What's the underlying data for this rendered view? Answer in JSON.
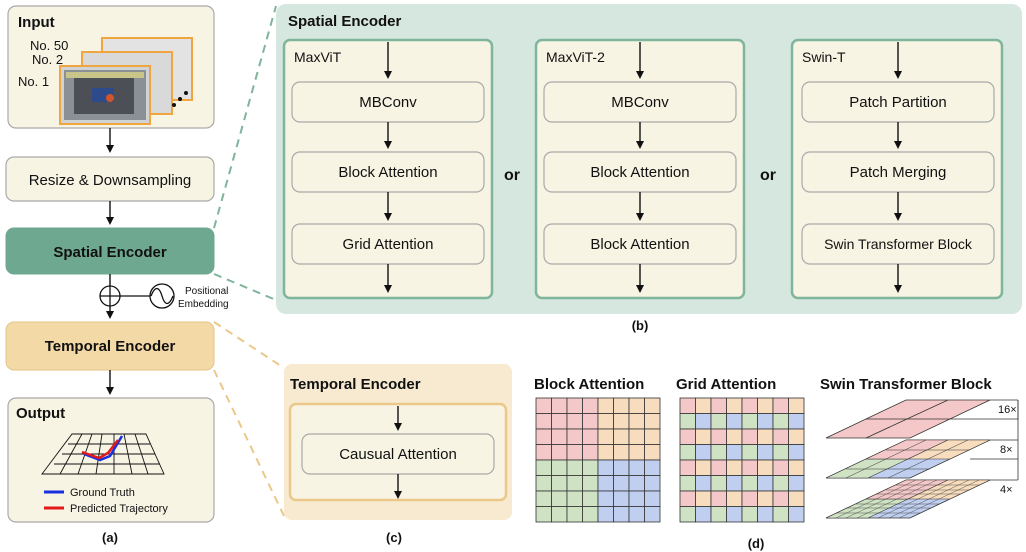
{
  "panel_a": {
    "input_title": "Input",
    "frames": [
      "No. 50",
      "No. 2",
      "No. 1"
    ],
    "resize": "Resize & Downsampling",
    "spatial": "Spatial Encoder",
    "pos_emb_line1": "Positional",
    "pos_emb_line2": "Embedding",
    "temporal": "Temporal Encoder",
    "output_title": "Output",
    "legend_gt": "Ground Truth",
    "legend_pred": "Predicted Trajectory",
    "caption": "(a)"
  },
  "panel_b": {
    "title": "Spatial Encoder",
    "or": "or",
    "caption": "(b)",
    "columns": [
      {
        "name": "MaxViT",
        "blocks": [
          "MBConv",
          "Block Attention",
          "Grid Attention"
        ]
      },
      {
        "name": "MaxViT-2",
        "blocks": [
          "MBConv",
          "Block Attention",
          "Block Attention"
        ]
      },
      {
        "name": "Swin-T",
        "blocks": [
          "Patch Partition",
          "Patch Merging",
          "Swin Transformer Block"
        ]
      }
    ]
  },
  "panel_c": {
    "title": "Temporal Encoder",
    "block": "Causual Attention",
    "caption": "(c)"
  },
  "panel_d": {
    "block_title": "Block Attention",
    "grid_title": "Grid Attention",
    "swin_title": "Swin Transformer Block",
    "scales": [
      "16×",
      "8×",
      "4×"
    ],
    "caption": "(d)"
  },
  "colors": {
    "beige": "#f7f4e4",
    "green_panel": "#d5e7df",
    "green_border": "#7fb59b",
    "spatial_fill": "#6fa891",
    "temporal_fill": "#f3d9a6",
    "temporal_panel": "#f8ead0",
    "temporal_border": "#ecc78a",
    "pink": "#f4c8c8",
    "peach": "#f7dcbd",
    "lightgreen": "#cfe3c4",
    "lightblue": "#c0cff0",
    "gt_blue": "#1a2fe0",
    "pred_red": "#e01a1a"
  }
}
